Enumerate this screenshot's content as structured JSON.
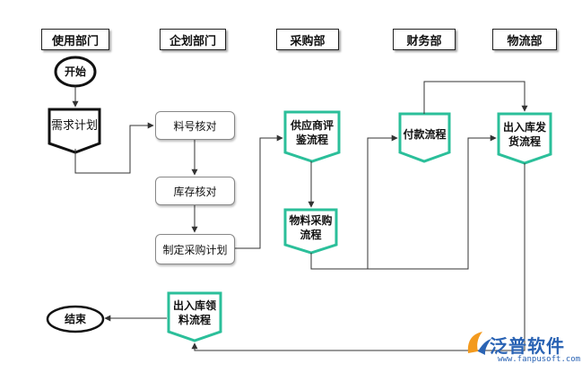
{
  "headers": {
    "user_dept": "使用部门",
    "planning_dept": "企划部门",
    "purchase_dept": "采购部",
    "finance_dept": "财务部",
    "logistics_dept": "物流部"
  },
  "nodes": {
    "start": "开始",
    "need_plan": "需求计划",
    "material_check": "料号核对",
    "stock_check": "库存核对",
    "make_purchase_plan": "制定采购计划",
    "supplier_eval": [
      "供应商评",
      "鉴流程"
    ],
    "material_purchase": [
      "物料采购",
      "流程"
    ],
    "payment": "付款流程",
    "warehouse_ship": [
      "出入库发",
      "货流程"
    ],
    "warehouse_receive": [
      "出入库领",
      "料流程"
    ],
    "end": "结束"
  },
  "logo": {
    "name": "泛普软件",
    "url": "www.fanpusoft.com"
  },
  "colors": {
    "teal_border": "#2bbf9a",
    "line": "#333333",
    "logo_blue": "#2a63b4",
    "logo_orange": "#f39a1e"
  }
}
